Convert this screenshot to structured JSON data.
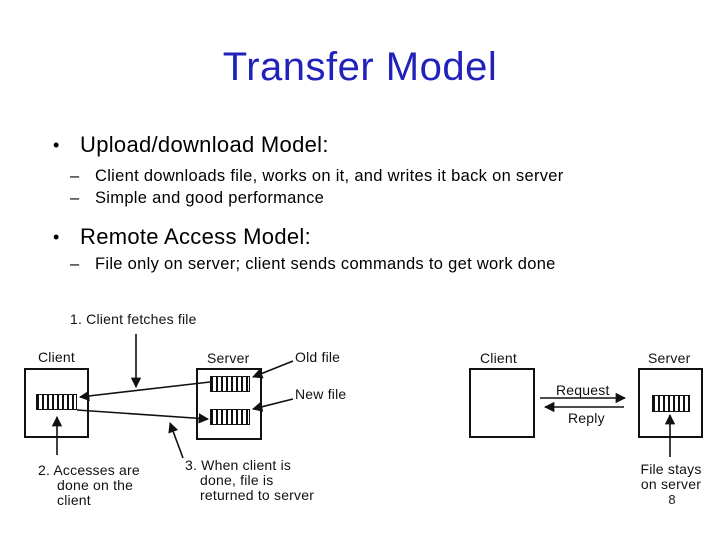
{
  "slide": {
    "title": "Transfer Model",
    "page_number": "8",
    "bullet_char": "•",
    "dash_char": "–",
    "colors": {
      "title_blue": "#2222bb",
      "body_text": "#000000",
      "diagram_line": "#111111"
    }
  },
  "bullets": [
    {
      "label": "Upload/download Model:",
      "subs": [
        "Client downloads file, works on it, and writes it back on server",
        "Simple and good performance"
      ]
    },
    {
      "label": "Remote Access Model:",
      "subs": [
        "File only on server; client sends commands to get work done"
      ]
    }
  ],
  "upload_diagram": {
    "step1": "1. Client fetches file",
    "client_label": "Client",
    "server_label": "Server",
    "old_file_label": "Old file",
    "new_file_label": "New file",
    "step2_lines": [
      "2. Accesses are",
      "done on the",
      "client"
    ],
    "step3_lines": [
      "3. When client is",
      "done, file is",
      "returned to server"
    ]
  },
  "remote_diagram": {
    "client_label": "Client",
    "server_label": "Server",
    "request_label": "Request",
    "reply_label": "Reply",
    "file_note_lines": [
      "File stays",
      "on server"
    ]
  }
}
